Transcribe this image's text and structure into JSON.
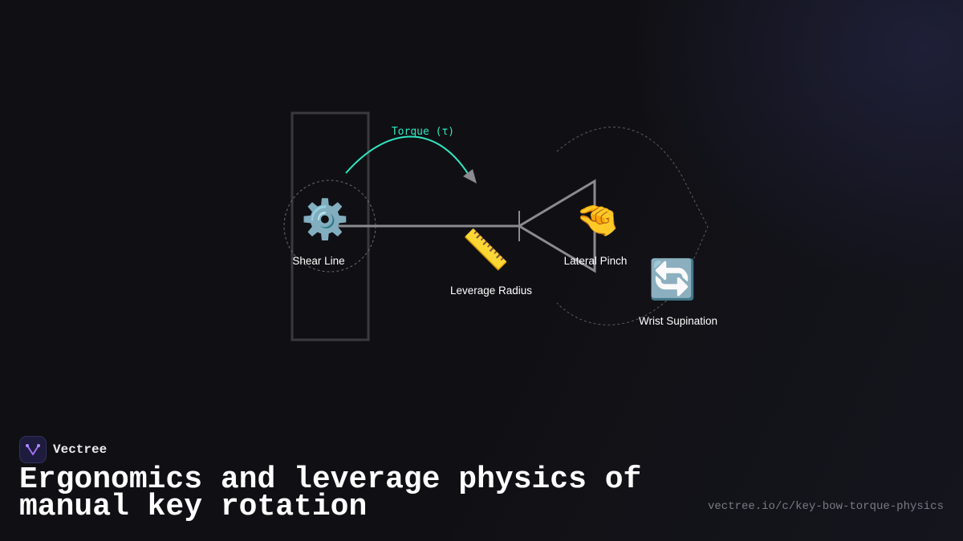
{
  "diagram": {
    "torque_label": "Torque (τ)",
    "nodes": [
      {
        "id": "shear-line",
        "icon": "gear-icon",
        "emoji": "⚙️",
        "label": "Shear Line"
      },
      {
        "id": "leverage-radius",
        "icon": "ruler-icon",
        "emoji": "📏",
        "label": "Leverage Radius"
      },
      {
        "id": "lateral-pinch",
        "icon": "pinching-hand-icon",
        "emoji": "🤏",
        "label": "Lateral Pinch"
      },
      {
        "id": "wrist-supination",
        "icon": "rotate-arrows-icon",
        "emoji": "🔄",
        "label": "Wrist Supination"
      }
    ],
    "colors": {
      "torque": "#2ee6c0",
      "stroke": "#8a8a90",
      "frame": "#3a3a3e"
    }
  },
  "footer": {
    "brand_name": "Vectree",
    "title": "Ergonomics and leverage physics of manual key rotation",
    "url": "vectree.io/c/key-bow-torque-physics"
  }
}
